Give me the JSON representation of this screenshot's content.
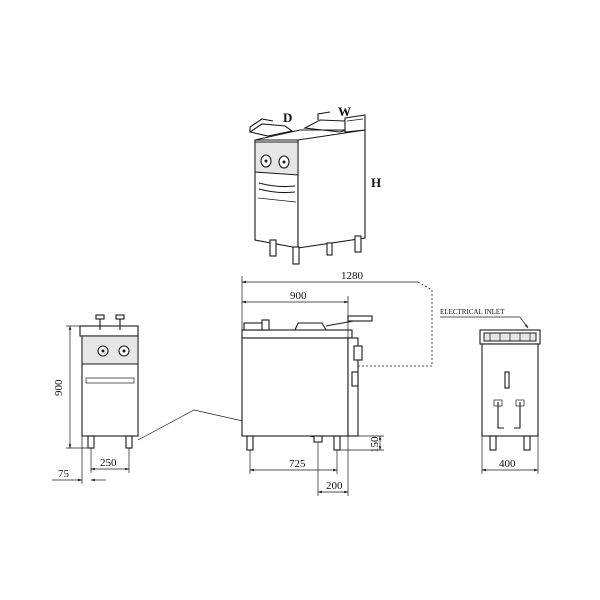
{
  "axis_letters": {
    "depth": "D",
    "width": "W",
    "height": "H"
  },
  "callouts": {
    "electrical_inlet": "ELECTRICAL INLET"
  },
  "dimensions": {
    "overall_depth": "1280",
    "body_depth": "900",
    "front_height": "900",
    "leg_inset": "250",
    "side_offset": "75",
    "leg_span": "725",
    "inlet_offset": "200",
    "inlet_height": "150",
    "back_width": "400"
  },
  "colors": {
    "line": "#1a1a1a",
    "panel": "#e6e6e6",
    "background": "#ffffff"
  }
}
